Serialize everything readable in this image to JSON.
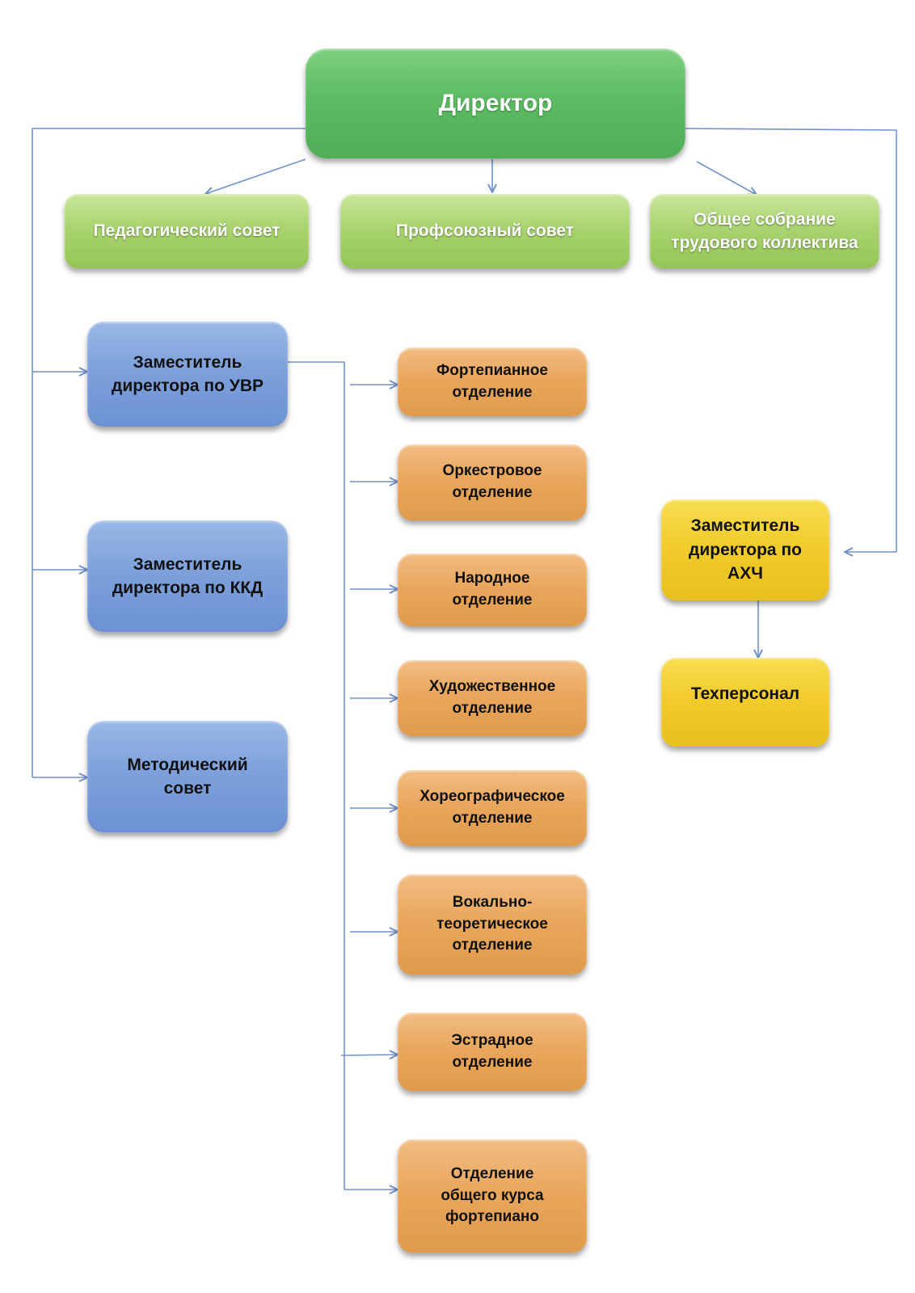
{
  "director": "Директор",
  "councils": [
    "Педагогический совет",
    "Профсоюзный совет",
    "Общее собрание трудового коллектива"
  ],
  "deputies": [
    "Заместитель директора по УВР",
    "Заместитель директора по ККД",
    "Методический совет"
  ],
  "departments": [
    "Фортепианное отделение",
    "Оркестровое отделение",
    "Народное отделение",
    "Художественное отделение",
    "Хореографическое отделение",
    "Вокально-теоретическое отделение",
    "Эстрадное отделение",
    "Отделение общего курса фортепиано"
  ],
  "ahch": {
    "deputy": "Заместитель директора по АХЧ",
    "staff": "Техперсонал"
  },
  "colors": {
    "connector": "#7391c9",
    "director": "#5dbb63",
    "council": "#a9d46f",
    "deputy": "#7ea1db",
    "department": "#e9a75d",
    "ahch": "#f1cc2c"
  }
}
